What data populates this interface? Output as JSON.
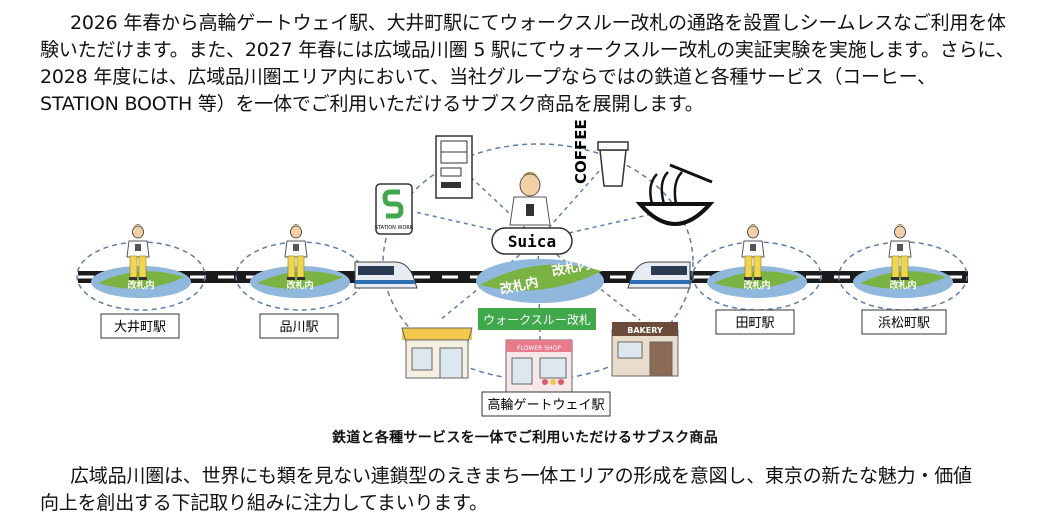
{
  "intro": {
    "lines": [
      "2026 年春から高輪ゲートウェイ駅、大井町駅にてウォークスルー改札の通路を設置しシームレスなご利用を体",
      "験いただけます。また、2027 年春には広域品川圏 5 駅にてウォークスルー改札の実証実験を実施します。さらに、",
      "2028 年度には、広域品川圏エリア内において、当社グループならではの鉄道と各種サービス（コーヒー、",
      "STATION BOOTH 等）を一体でご利用いただけるサブスク商品を展開します。"
    ]
  },
  "diagram": {
    "stations": [
      "大井町駅",
      "品川駅",
      "田町駅",
      "浜松町駅"
    ],
    "center_station": "高輪ゲートウェイ駅",
    "gate_label": "ウォークスルー改札",
    "platform_text": "改札内",
    "suica_label": "Suica",
    "coffee_label": "COFFEE",
    "station_work_label": "STATION WORK",
    "flower_shop_label": "FLOWER SHOP",
    "bakery_label": "BAKERY"
  },
  "caption": "鉄道と各種サービスを一体でご利用いただけるサブスク商品",
  "closing": {
    "lines": [
      "広域品川圏は、世界にも類を見ない連鎖型のえきまち一体エリアの形成を意図し、東京の新たな魅力・価値",
      "向上を創出する下記取り組みに注力してまいります。"
    ]
  },
  "colors": {
    "platform_green": "#7bb342",
    "platform_blue": "#8fb8dc",
    "gate_green": "#3ea84a",
    "train_blue": "#2f6fb4",
    "dashed_circle": "#5f7ea8",
    "shirt_yellow": "#f2d64a"
  }
}
